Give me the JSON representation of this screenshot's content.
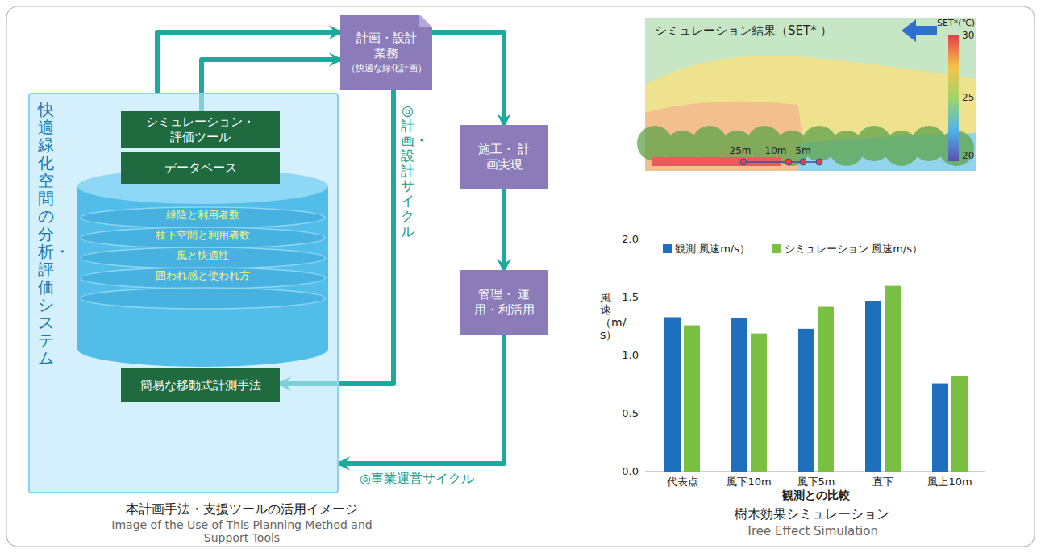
{
  "diagram": {
    "nodes": [
      {
        "text": [
          "快適緑化空間の分析・評価システム"
        ]
      },
      {
        "text": [
          "シミュレーション・ 評価ツール"
        ],
        "in": 0
      },
      {
        "text": [
          "データベース"
        ],
        "in": 0
      },
      {
        "text": [
          "緑陰と利用者数",
          "枝下空間と利用者数",
          "風と快適性",
          "囲われ感と使われ方"
        ],
        "in": 0
      },
      {
        "text": [
          "簡易な移動式計測手法"
        ],
        "in": 0
      },
      {
        "text": [
          "計画・設計 業務",
          "（快適な緑化計画）"
        ]
      },
      {
        "text": [
          "施工・ 計画実現"
        ]
      },
      {
        "text": [
          "管理・ 運用・利活用"
        ]
      }
    ],
    "edges": [
      {
        "from": 0,
        "to": 5,
        "arrow": "to"
      },
      {
        "from": 1,
        "to": 5,
        "arrow": "to"
      },
      {
        "from": 5,
        "to": 6,
        "arrow": "to"
      },
      {
        "from": 6,
        "to": 7,
        "arrow": "to"
      },
      {
        "from": 7,
        "to": 0,
        "label": "◎事業運営サイクル",
        "arrow": "to"
      },
      {
        "from": 5,
        "to": 4,
        "label": "◎計画・設計サイクル",
        "arrow": "to"
      }
    ],
    "labels": [
      "シミュレーション結果（SET* ）",
      "SET*(℃)",
      "30",
      "25",
      "20",
      "25m",
      "10m",
      "5m",
      "2.0",
      "1.5",
      "1.0",
      "0.5",
      "0.0",
      "風速（m/s）",
      "代表点",
      "風下10m",
      "風下5m",
      "直下",
      "風上10m",
      "観測との比較",
      "樹木効果シミュレーション",
      "Tree Effect Simulation",
      "本計画手法・支援ツールの活用イメージ",
      "Image of the Use of This Planning Method and Support Tools"
    ],
    "legend": [
      {
        "text": "観測 風速m/s）",
        "color": "#1f6fbf"
      },
      {
        "text": "シミュレーション 風速m/s）",
        "color": "#7ac143"
      }
    ]
  }
}
